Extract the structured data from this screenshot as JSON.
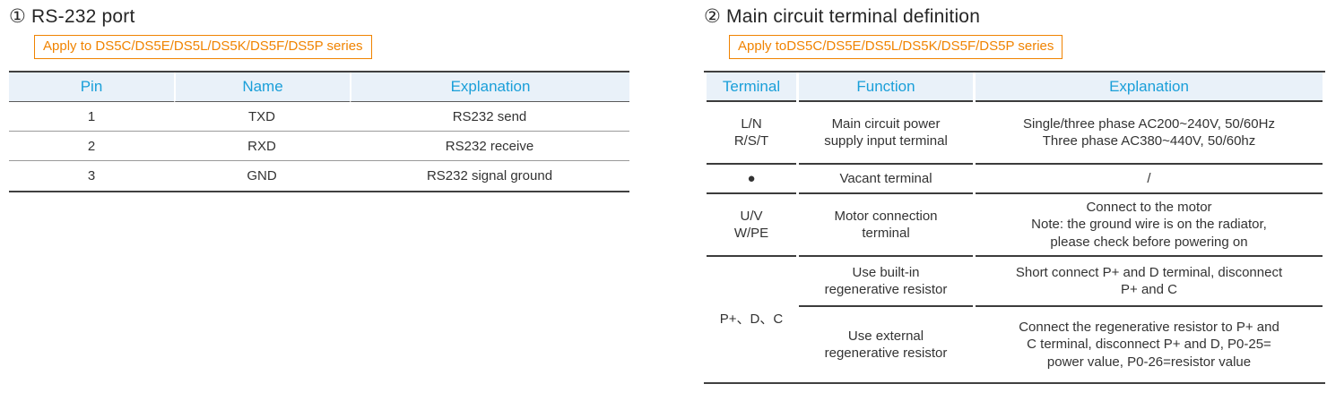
{
  "left": {
    "title": "① RS-232 port",
    "apply_note": "Apply to DS5C/DS5E/DS5L/DS5K/DS5F/DS5P series",
    "table": {
      "headers": [
        "Pin",
        "Name",
        "Explanation"
      ],
      "rows": [
        [
          "1",
          "TXD",
          "RS232 send"
        ],
        [
          "2",
          "RXD",
          "RS232 receive"
        ],
        [
          "3",
          "GND",
          "RS232 signal ground"
        ]
      ]
    }
  },
  "right": {
    "title": "② Main circuit terminal definition",
    "apply_note": "Apply toDS5C/DS5E/DS5L/DS5K/DS5F/DS5P series",
    "table": {
      "headers": [
        "Terminal",
        "Function",
        "Explanation"
      ],
      "rows": [
        {
          "terminal": "L/N\nR/S/T",
          "function": "Main circuit power\nsupply input terminal",
          "explanation": "Single/three phase AC200~240V, 50/60Hz\nThree phase AC380~440V, 50/60hz"
        },
        {
          "terminal": "●",
          "function": "Vacant terminal",
          "explanation": "/"
        },
        {
          "terminal": "U/V\nW/PE",
          "function": "Motor connection\nterminal",
          "explanation": "Connect to the motor\nNote: the ground wire is on the radiator,\nplease check before powering on"
        },
        {
          "terminal": "P+、D、C",
          "function": "Use built-in\nregenerative resistor",
          "explanation": "Short connect P+ and D terminal, disconnect\nP+ and C"
        },
        {
          "function": "Use external\nregenerative resistor",
          "explanation": "Connect the regenerative resistor to P+ and\nC terminal, disconnect P+ and D, P0-25=\npower value, P0-26=resistor value"
        }
      ]
    }
  },
  "colors": {
    "header_text": "#1a9fd9",
    "header_bg": "#e9f1f9",
    "accent_orange": "#f08300",
    "body_text": "#333333",
    "border_dark": "#404040"
  }
}
